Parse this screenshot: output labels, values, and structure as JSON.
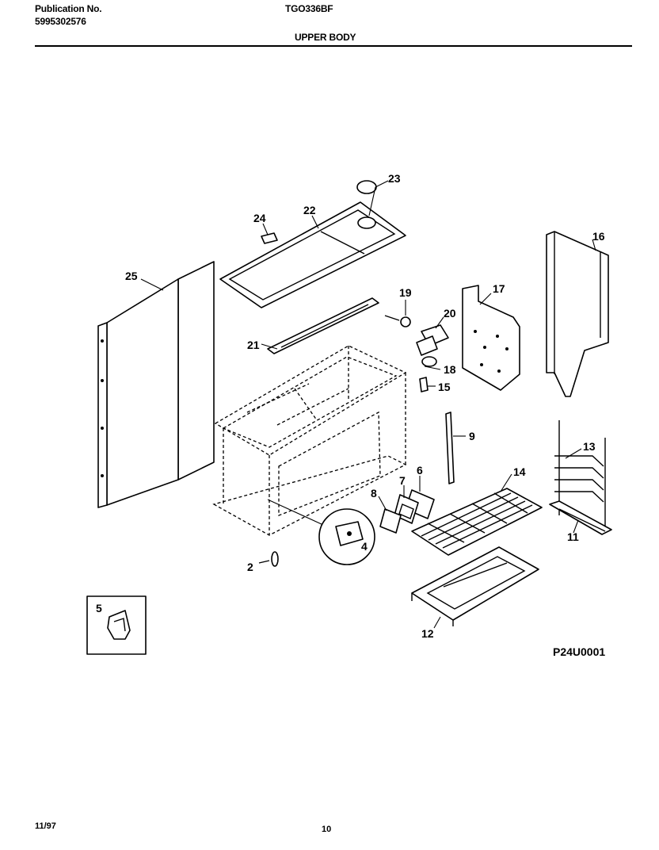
{
  "header": {
    "publication_label": "Publication No.",
    "publication_number": "5995302576",
    "model": "TGO336BF",
    "section_title": "UPPER BODY"
  },
  "diagram": {
    "callouts": [
      "2",
      "4",
      "5",
      "6",
      "7",
      "8",
      "9",
      "11",
      "12",
      "13",
      "14",
      "15",
      "16",
      "17",
      "18",
      "19",
      "20",
      "21",
      "22",
      "23",
      "24",
      "25"
    ],
    "figure_code": "P24U0001"
  },
  "footer": {
    "date": "11/97",
    "page_number": "10"
  }
}
